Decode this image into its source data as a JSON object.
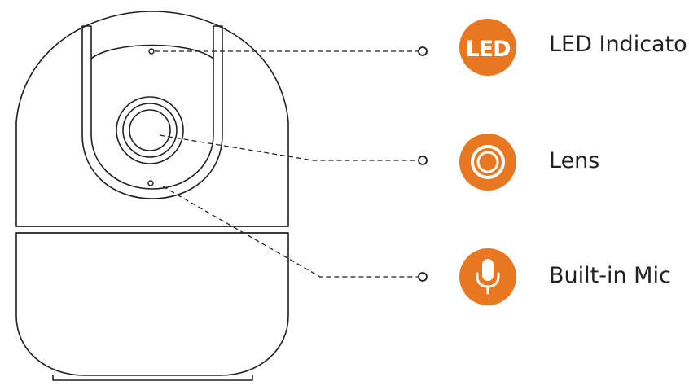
{
  "callouts": [
    {
      "id": "led",
      "icon": "led-badge-icon",
      "badge_text": "LED",
      "label": "LED Indicator"
    },
    {
      "id": "lens",
      "icon": "lens-icon",
      "label": "Lens"
    },
    {
      "id": "mic",
      "icon": "microphone-icon",
      "label": "Built-in Mic"
    }
  ],
  "colors": {
    "accent": "#e87722",
    "line": "#231f20",
    "background": "#ffffff"
  }
}
